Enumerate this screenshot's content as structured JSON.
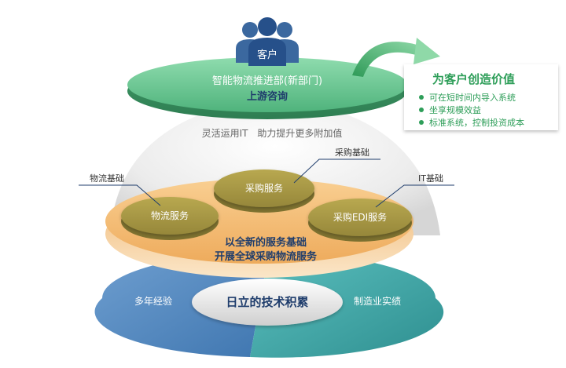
{
  "customer": {
    "label": "客户"
  },
  "top_disc": {
    "line1": "智能物流推进部(新部门)",
    "line2": "上游咨询"
  },
  "value_box": {
    "title": "为客户创造价值",
    "bullets": [
      "可在短时间内导入系统",
      "坐享规模效益",
      "标准系统，控制投资成本"
    ]
  },
  "dome_caption": "灵活运用IT　助力提升更多附加值",
  "middle_disc": {
    "services": [
      {
        "label": "采购服务",
        "callout": "采购基础"
      },
      {
        "label": "物流服务",
        "callout": "物流基础"
      },
      {
        "label": "采购EDI服务",
        "callout": "IT基础"
      }
    ],
    "line1": "以全新的服务基础",
    "line2": "开展全球采购物流服务"
  },
  "bottom_disc": {
    "left": "多年经验",
    "right": "制造业实绩",
    "center": "日立的技术积累"
  },
  "colors": {
    "top_green": "#5ec08a",
    "value_green": "#2e9e59",
    "middle_orange": "#f3b76b",
    "olive": "#9a8c37",
    "bottom_blue": "#4f8bc4",
    "bottom_teal": "#3aa8a8",
    "navy": "#1f3d6c",
    "customer_blue": "#2f5a93"
  }
}
